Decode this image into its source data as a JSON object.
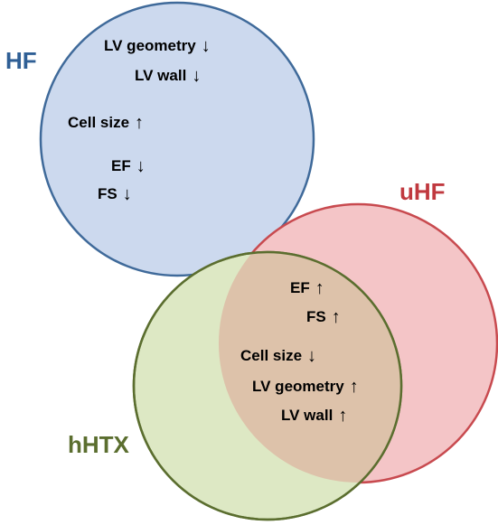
{
  "colors": {
    "hf_fill": "#ccd9ee",
    "hf_stroke": "#3f6a9a",
    "hf_label": "#2f5f95",
    "uhf_fill": "#f4c5c7",
    "uhf_stroke": "#c84a4f",
    "uhf_label": "#c0393f",
    "hhtx_fill": "#dde8c4",
    "hhtx_stroke": "#5b6e2f",
    "hhtx_label": "#5b6e2f",
    "overlap_fill": "#ddc2aa"
  },
  "sets": {
    "hf": {
      "label": "HF",
      "items": [
        {
          "text": "LV geometry",
          "arrow": "↓",
          "arrow_icon": "down-arrow-icon"
        },
        {
          "text": "LV wall",
          "arrow": "↓",
          "arrow_icon": "down-arrow-icon"
        },
        {
          "text": "Cell size",
          "arrow": "↑",
          "arrow_icon": "up-arrow-icon"
        },
        {
          "text": "EF",
          "arrow": "↓",
          "arrow_icon": "down-arrow-icon"
        },
        {
          "text": "FS",
          "arrow": "↓",
          "arrow_icon": "down-arrow-icon"
        }
      ]
    },
    "uhf": {
      "label": "uHF"
    },
    "hhtx": {
      "label": "hHTX"
    },
    "overlap": {
      "items": [
        {
          "text": "EF",
          "arrow": "↑",
          "arrow_icon": "up-arrow-icon"
        },
        {
          "text": "FS",
          "arrow": "↑",
          "arrow_icon": "up-arrow-icon"
        },
        {
          "text": "Cell size",
          "arrow": "↓",
          "arrow_icon": "down-arrow-icon"
        },
        {
          "text": "LV geometry",
          "arrow": "↑",
          "arrow_icon": "up-arrow-icon"
        },
        {
          "text": "LV wall",
          "arrow": "↑",
          "arrow_icon": "up-arrow-icon"
        }
      ]
    }
  }
}
